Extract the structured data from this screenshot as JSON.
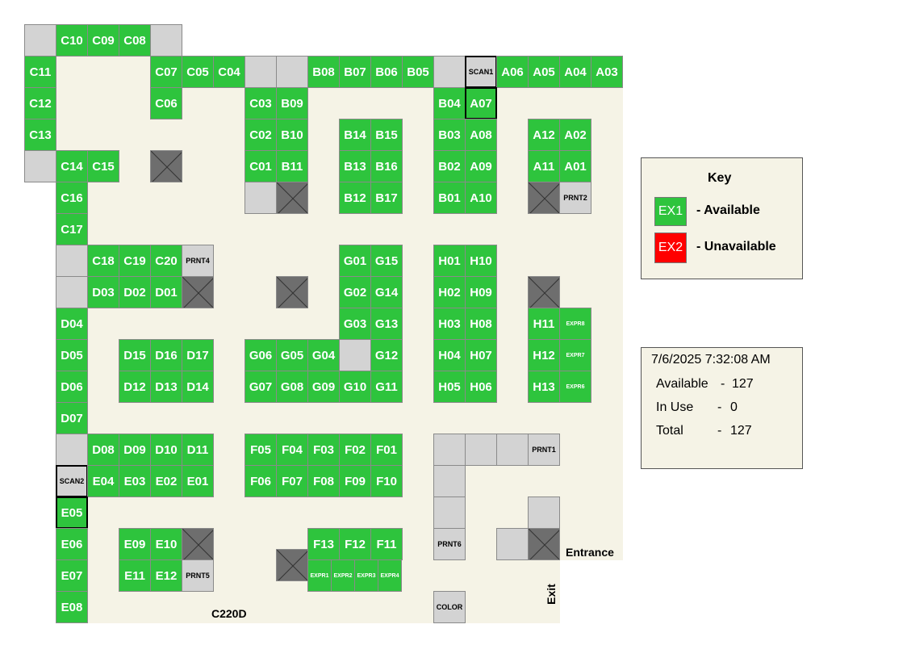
{
  "room_labels": {
    "entrance": "Entrance",
    "exit": "Exit",
    "room": "C220D"
  },
  "colors": {
    "available": "#2ec43d",
    "unavailable": "#ff0000",
    "empty": "#d3d3d3",
    "blocked": "#6e6e6e",
    "floor": "#f5f3e6"
  },
  "key": {
    "title": "Key",
    "available_code": "EX1",
    "available_label": "- Available",
    "unavailable_code": "EX2",
    "unavailable_label": "- Unavailable"
  },
  "stats": {
    "timestamp": "7/6/2025 7:32:08 AM",
    "available_label": "Available",
    "available_sep": "-",
    "available_value": "127",
    "inuse_label": "In Use",
    "inuse_sep": "-",
    "inuse_value": "0",
    "total_label": "Total",
    "total_sep": "-",
    "total_value": "127"
  },
  "cells": [
    {
      "t": "gray",
      "c": 0,
      "r": 0
    },
    {
      "t": "green",
      "c": 1,
      "r": 0,
      "label": "C10"
    },
    {
      "t": "green",
      "c": 2,
      "r": 0,
      "label": "C09"
    },
    {
      "t": "green",
      "c": 3,
      "r": 0,
      "label": "C08"
    },
    {
      "t": "gray",
      "c": 4,
      "r": 0
    },
    {
      "t": "green",
      "c": 0,
      "r": 1,
      "label": "C11"
    },
    {
      "t": "green",
      "c": 4,
      "r": 1,
      "label": "C07"
    },
    {
      "t": "green",
      "c": 5,
      "r": 1,
      "label": "C05"
    },
    {
      "t": "green",
      "c": 6,
      "r": 1,
      "label": "C04"
    },
    {
      "t": "gray",
      "c": 7,
      "r": 1
    },
    {
      "t": "gray",
      "c": 8,
      "r": 1
    },
    {
      "t": "green",
      "c": 9,
      "r": 1,
      "label": "B08"
    },
    {
      "t": "green",
      "c": 10,
      "r": 1,
      "label": "B07"
    },
    {
      "t": "green",
      "c": 11,
      "r": 1,
      "label": "B06"
    },
    {
      "t": "green",
      "c": 12,
      "r": 1,
      "label": "B05"
    },
    {
      "t": "gray",
      "c": 13,
      "r": 1
    },
    {
      "t": "scan",
      "c": 14,
      "r": 1,
      "label": "SCAN1"
    },
    {
      "t": "green",
      "c": 15,
      "r": 1,
      "label": "A06"
    },
    {
      "t": "green",
      "c": 16,
      "r": 1,
      "label": "A05"
    },
    {
      "t": "green",
      "c": 17,
      "r": 1,
      "label": "A04"
    },
    {
      "t": "green",
      "c": 18,
      "r": 1,
      "label": "A03"
    },
    {
      "t": "green",
      "c": 0,
      "r": 2,
      "label": "C12"
    },
    {
      "t": "green",
      "c": 4,
      "r": 2,
      "label": "C06"
    },
    {
      "t": "green",
      "c": 7,
      "r": 2,
      "label": "C03"
    },
    {
      "t": "green",
      "c": 8,
      "r": 2,
      "label": "B09"
    },
    {
      "t": "green",
      "c": 13,
      "r": 2,
      "label": "B04"
    },
    {
      "t": "greenscan",
      "c": 14,
      "r": 2,
      "label": "A07"
    },
    {
      "t": "green",
      "c": 0,
      "r": 3,
      "label": "C13"
    },
    {
      "t": "green",
      "c": 7,
      "r": 3,
      "label": "C02"
    },
    {
      "t": "green",
      "c": 8,
      "r": 3,
      "label": "B10"
    },
    {
      "t": "green",
      "c": 10,
      "r": 3,
      "label": "B14"
    },
    {
      "t": "green",
      "c": 11,
      "r": 3,
      "label": "B15"
    },
    {
      "t": "green",
      "c": 13,
      "r": 3,
      "label": "B03"
    },
    {
      "t": "green",
      "c": 14,
      "r": 3,
      "label": "A08"
    },
    {
      "t": "green",
      "c": 16,
      "r": 3,
      "label": "A12"
    },
    {
      "t": "green",
      "c": 17,
      "r": 3,
      "label": "A02"
    },
    {
      "t": "gray",
      "c": 0,
      "r": 4
    },
    {
      "t": "green",
      "c": 1,
      "r": 4,
      "label": "C14"
    },
    {
      "t": "green",
      "c": 2,
      "r": 4,
      "label": "C15"
    },
    {
      "t": "dark",
      "c": 4,
      "r": 4
    },
    {
      "t": "green",
      "c": 7,
      "r": 4,
      "label": "C01"
    },
    {
      "t": "green",
      "c": 8,
      "r": 4,
      "label": "B11"
    },
    {
      "t": "green",
      "c": 10,
      "r": 4,
      "label": "B13"
    },
    {
      "t": "green",
      "c": 11,
      "r": 4,
      "label": "B16"
    },
    {
      "t": "green",
      "c": 13,
      "r": 4,
      "label": "B02"
    },
    {
      "t": "green",
      "c": 14,
      "r": 4,
      "label": "A09"
    },
    {
      "t": "green",
      "c": 16,
      "r": 4,
      "label": "A11"
    },
    {
      "t": "green",
      "c": 17,
      "r": 4,
      "label": "A01"
    },
    {
      "t": "green",
      "c": 1,
      "r": 5,
      "label": "C16"
    },
    {
      "t": "gray",
      "c": 7,
      "r": 5
    },
    {
      "t": "dark",
      "c": 8,
      "r": 5
    },
    {
      "t": "green",
      "c": 10,
      "r": 5,
      "label": "B12"
    },
    {
      "t": "green",
      "c": 11,
      "r": 5,
      "label": "B17"
    },
    {
      "t": "green",
      "c": 13,
      "r": 5,
      "label": "B01"
    },
    {
      "t": "green",
      "c": 14,
      "r": 5,
      "label": "A10"
    },
    {
      "t": "dark",
      "c": 16,
      "r": 5
    },
    {
      "t": "lbl",
      "c": 17,
      "r": 5,
      "label": "PRNT2"
    },
    {
      "t": "green",
      "c": 1,
      "r": 6,
      "label": "C17"
    },
    {
      "t": "gray",
      "c": 1,
      "r": 7
    },
    {
      "t": "green",
      "c": 2,
      "r": 7,
      "label": "C18"
    },
    {
      "t": "green",
      "c": 3,
      "r": 7,
      "label": "C19"
    },
    {
      "t": "green",
      "c": 4,
      "r": 7,
      "label": "C20"
    },
    {
      "t": "lbl",
      "c": 5,
      "r": 7,
      "label": "PRNT4"
    },
    {
      "t": "green",
      "c": 10,
      "r": 7,
      "label": "G01"
    },
    {
      "t": "green",
      "c": 11,
      "r": 7,
      "label": "G15"
    },
    {
      "t": "green",
      "c": 13,
      "r": 7,
      "label": "H01"
    },
    {
      "t": "green",
      "c": 14,
      "r": 7,
      "label": "H10"
    },
    {
      "t": "gray",
      "c": 1,
      "r": 8
    },
    {
      "t": "green",
      "c": 2,
      "r": 8,
      "label": "D03"
    },
    {
      "t": "green",
      "c": 3,
      "r": 8,
      "label": "D02"
    },
    {
      "t": "green",
      "c": 4,
      "r": 8,
      "label": "D01"
    },
    {
      "t": "dark",
      "c": 5,
      "r": 8
    },
    {
      "t": "dark",
      "c": 8,
      "r": 8
    },
    {
      "t": "green",
      "c": 10,
      "r": 8,
      "label": "G02"
    },
    {
      "t": "green",
      "c": 11,
      "r": 8,
      "label": "G14"
    },
    {
      "t": "green",
      "c": 13,
      "r": 8,
      "label": "H02"
    },
    {
      "t": "green",
      "c": 14,
      "r": 8,
      "label": "H09"
    },
    {
      "t": "dark",
      "c": 16,
      "r": 8
    },
    {
      "t": "green",
      "c": 1,
      "r": 9,
      "label": "D04"
    },
    {
      "t": "green",
      "c": 10,
      "r": 9,
      "label": "G03"
    },
    {
      "t": "green",
      "c": 11,
      "r": 9,
      "label": "G13"
    },
    {
      "t": "green",
      "c": 13,
      "r": 9,
      "label": "H03"
    },
    {
      "t": "green",
      "c": 14,
      "r": 9,
      "label": "H08"
    },
    {
      "t": "green",
      "c": 16,
      "r": 9,
      "label": "H11"
    },
    {
      "t": "greensm",
      "c": 17,
      "r": 9,
      "label": "EXPR8"
    },
    {
      "t": "green",
      "c": 1,
      "r": 10,
      "label": "D05"
    },
    {
      "t": "green",
      "c": 3,
      "r": 10,
      "label": "D15"
    },
    {
      "t": "green",
      "c": 4,
      "r": 10,
      "label": "D16"
    },
    {
      "t": "green",
      "c": 5,
      "r": 10,
      "label": "D17"
    },
    {
      "t": "green",
      "c": 7,
      "r": 10,
      "label": "G06"
    },
    {
      "t": "green",
      "c": 8,
      "r": 10,
      "label": "G05"
    },
    {
      "t": "green",
      "c": 9,
      "r": 10,
      "label": "G04"
    },
    {
      "t": "gray",
      "c": 10,
      "r": 10
    },
    {
      "t": "green",
      "c": 11,
      "r": 10,
      "label": "G12"
    },
    {
      "t": "green",
      "c": 13,
      "r": 10,
      "label": "H04"
    },
    {
      "t": "green",
      "c": 14,
      "r": 10,
      "label": "H07"
    },
    {
      "t": "green",
      "c": 16,
      "r": 10,
      "label": "H12"
    },
    {
      "t": "greensm",
      "c": 17,
      "r": 10,
      "label": "EXPR7"
    },
    {
      "t": "green",
      "c": 1,
      "r": 11,
      "label": "D06"
    },
    {
      "t": "green",
      "c": 3,
      "r": 11,
      "label": "D12"
    },
    {
      "t": "green",
      "c": 4,
      "r": 11,
      "label": "D13"
    },
    {
      "t": "green",
      "c": 5,
      "r": 11,
      "label": "D14"
    },
    {
      "t": "green",
      "c": 7,
      "r": 11,
      "label": "G07"
    },
    {
      "t": "green",
      "c": 8,
      "r": 11,
      "label": "G08"
    },
    {
      "t": "green",
      "c": 9,
      "r": 11,
      "label": "G09"
    },
    {
      "t": "green",
      "c": 10,
      "r": 11,
      "label": "G10"
    },
    {
      "t": "green",
      "c": 11,
      "r": 11,
      "label": "G11"
    },
    {
      "t": "green",
      "c": 13,
      "r": 11,
      "label": "H05"
    },
    {
      "t": "green",
      "c": 14,
      "r": 11,
      "label": "H06"
    },
    {
      "t": "green",
      "c": 16,
      "r": 11,
      "label": "H13"
    },
    {
      "t": "greensm",
      "c": 17,
      "r": 11,
      "label": "EXPR6"
    },
    {
      "t": "green",
      "c": 1,
      "r": 12,
      "label": "D07"
    },
    {
      "t": "gray",
      "c": 1,
      "r": 13
    },
    {
      "t": "green",
      "c": 2,
      "r": 13,
      "label": "D08"
    },
    {
      "t": "green",
      "c": 3,
      "r": 13,
      "label": "D09"
    },
    {
      "t": "green",
      "c": 4,
      "r": 13,
      "label": "D10"
    },
    {
      "t": "green",
      "c": 5,
      "r": 13,
      "label": "D11"
    },
    {
      "t": "green",
      "c": 7,
      "r": 13,
      "label": "F05"
    },
    {
      "t": "green",
      "c": 8,
      "r": 13,
      "label": "F04"
    },
    {
      "t": "green",
      "c": 9,
      "r": 13,
      "label": "F03"
    },
    {
      "t": "green",
      "c": 10,
      "r": 13,
      "label": "F02"
    },
    {
      "t": "green",
      "c": 11,
      "r": 13,
      "label": "F01"
    },
    {
      "t": "gray",
      "c": 13,
      "r": 13
    },
    {
      "t": "gray",
      "c": 14,
      "r": 13
    },
    {
      "t": "gray",
      "c": 15,
      "r": 13
    },
    {
      "t": "lbl",
      "c": 16,
      "r": 13,
      "label": "PRNT1"
    },
    {
      "t": "scan",
      "c": 1,
      "r": 14,
      "label": "SCAN2"
    },
    {
      "t": "green",
      "c": 2,
      "r": 14,
      "label": "E04"
    },
    {
      "t": "green",
      "c": 3,
      "r": 14,
      "label": "E03"
    },
    {
      "t": "green",
      "c": 4,
      "r": 14,
      "label": "E02"
    },
    {
      "t": "green",
      "c": 5,
      "r": 14,
      "label": "E01"
    },
    {
      "t": "green",
      "c": 7,
      "r": 14,
      "label": "F06"
    },
    {
      "t": "green",
      "c": 8,
      "r": 14,
      "label": "F07"
    },
    {
      "t": "green",
      "c": 9,
      "r": 14,
      "label": "F08"
    },
    {
      "t": "green",
      "c": 10,
      "r": 14,
      "label": "F09"
    },
    {
      "t": "green",
      "c": 11,
      "r": 14,
      "label": "F10"
    },
    {
      "t": "gray",
      "c": 13,
      "r": 14
    },
    {
      "t": "greenscan",
      "c": 1,
      "r": 15,
      "label": "E05"
    },
    {
      "t": "gray",
      "c": 13,
      "r": 15
    },
    {
      "t": "gray",
      "c": 16,
      "r": 15
    },
    {
      "t": "green",
      "c": 1,
      "r": 16,
      "label": "E06"
    },
    {
      "t": "green",
      "c": 3,
      "r": 16,
      "label": "E09"
    },
    {
      "t": "green",
      "c": 4,
      "r": 16,
      "label": "E10"
    },
    {
      "t": "dark",
      "c": 5,
      "r": 16
    },
    {
      "t": "green",
      "c": 9,
      "r": 16,
      "label": "F13"
    },
    {
      "t": "green",
      "c": 10,
      "r": 16,
      "label": "F12"
    },
    {
      "t": "green",
      "c": 11,
      "r": 16,
      "label": "F11"
    },
    {
      "t": "lbl",
      "c": 13,
      "r": 16,
      "label": "PRNT6"
    },
    {
      "t": "gray",
      "c": 15,
      "r": 16
    },
    {
      "t": "dark",
      "c": 16,
      "r": 16
    },
    {
      "t": "green",
      "c": 1,
      "r": 17,
      "label": "E07"
    },
    {
      "t": "green",
      "c": 3,
      "r": 17,
      "label": "E11"
    },
    {
      "t": "green",
      "c": 4,
      "r": 17,
      "label": "E12"
    },
    {
      "t": "lbl",
      "c": 5,
      "r": 17,
      "label": "PRNT5"
    },
    {
      "t": "green",
      "c": 1,
      "r": 18,
      "label": "E08"
    },
    {
      "t": "lbl",
      "c": 13,
      "r": 18,
      "label": "COLOR"
    }
  ],
  "express_row": [
    {
      "label": "EXPR1"
    },
    {
      "label": "EXPR2"
    },
    {
      "label": "EXPR3"
    },
    {
      "label": "EXPR4"
    }
  ]
}
